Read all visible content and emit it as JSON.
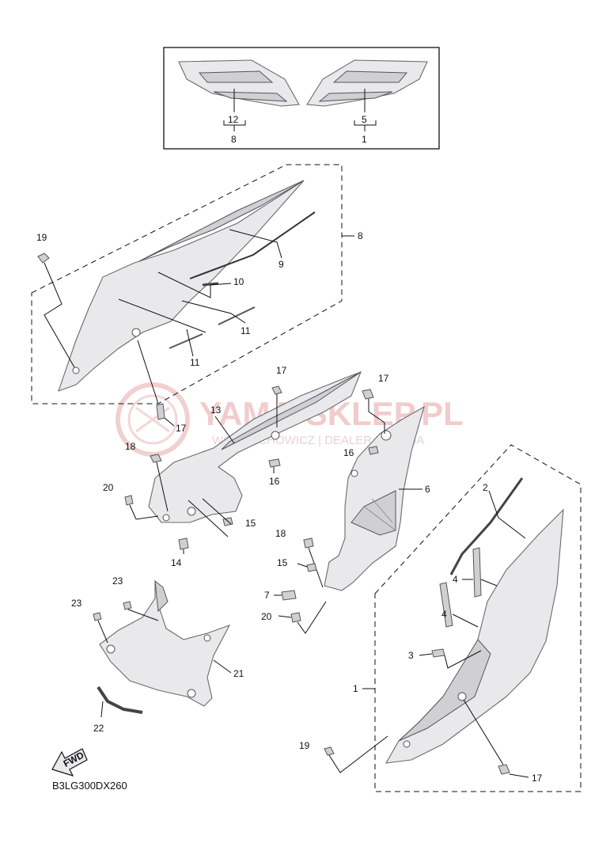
{
  "diagram_code": "B3LG300DX260",
  "watermark": {
    "main": "YAMA-SKLEP.PL",
    "sub": "WOJCIECHOWICZ | DEALER YAMAHA"
  },
  "fwd_label": "FWD",
  "callouts": {
    "n1_box": "1",
    "n5": "5",
    "n8_box": "8",
    "n12": "12",
    "n8": "8",
    "n9": "9",
    "n10": "10",
    "n11a": "11",
    "n11b": "11",
    "n19a": "19",
    "n17a": "17",
    "n17b": "17",
    "n17c": "17",
    "n17d": "17",
    "n13": "13",
    "n18a": "18",
    "n20a": "20",
    "n15a": "15",
    "n14": "14",
    "n16a": "16",
    "n16b": "16",
    "n6": "6",
    "n18b": "18",
    "n15b": "15",
    "n7": "7",
    "n20b": "20",
    "n23a": "23",
    "n23b": "23",
    "n21": "21",
    "n22": "22",
    "n2": "2",
    "n4a": "4",
    "n4b": "4",
    "n3": "3",
    "n1": "1",
    "n19b": "19"
  }
}
